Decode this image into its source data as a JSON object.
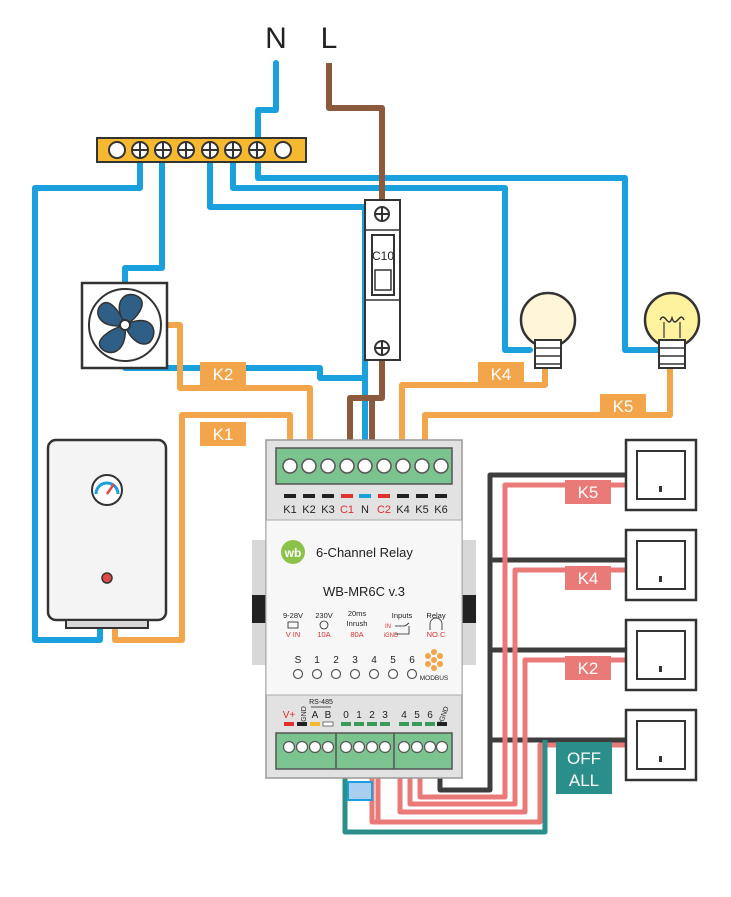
{
  "supply": {
    "neutral": "N",
    "live": "L"
  },
  "breaker": {
    "rating": "C10"
  },
  "device": {
    "logo": "wb",
    "title": "6-Channel Relay",
    "model": "WB-MR6C v.3",
    "top_terminals": [
      "K1",
      "K2",
      "K3",
      "C1",
      "N",
      "C2",
      "K4",
      "K5",
      "K6"
    ],
    "specs": [
      {
        "line1": "9-28V",
        "line2": "V IN"
      },
      {
        "line1": "230V",
        "line2": "10A"
      },
      {
        "line1": "20ms",
        "line1b": "Inrush",
        "line2": "80A"
      },
      {
        "line1": "Inputs",
        "in_label": "IN",
        "gnd_label": "iGND"
      },
      {
        "line1": "Relay",
        "line2": "NO C"
      }
    ],
    "leds": [
      "S",
      "1",
      "2",
      "3",
      "4",
      "5",
      "6"
    ],
    "modbus": "MODBUS",
    "rs485": "RS-485",
    "bottom_labels": [
      "V+",
      "GND",
      "A",
      "B",
      "0",
      "1",
      "2",
      "3",
      "4",
      "5",
      "6",
      "iGND"
    ]
  },
  "load_tags": {
    "k1": "K1",
    "k2": "K2",
    "k4": "K4",
    "k5": "K5"
  },
  "switch_tags": {
    "k5": "K5",
    "k4": "K4",
    "k2": "K2",
    "off_all": [
      "OFF",
      "ALL"
    ]
  },
  "colors": {
    "neutral": "#1aa0dc",
    "live": "#8b5a3c",
    "relay": "#f2a54a",
    "switch_red": "#e97a78",
    "switch_dark": "#3d3d3d",
    "teal": "#2a8f8a",
    "terminal_green": "#7cc48f",
    "busbar": "#f5b82e"
  }
}
